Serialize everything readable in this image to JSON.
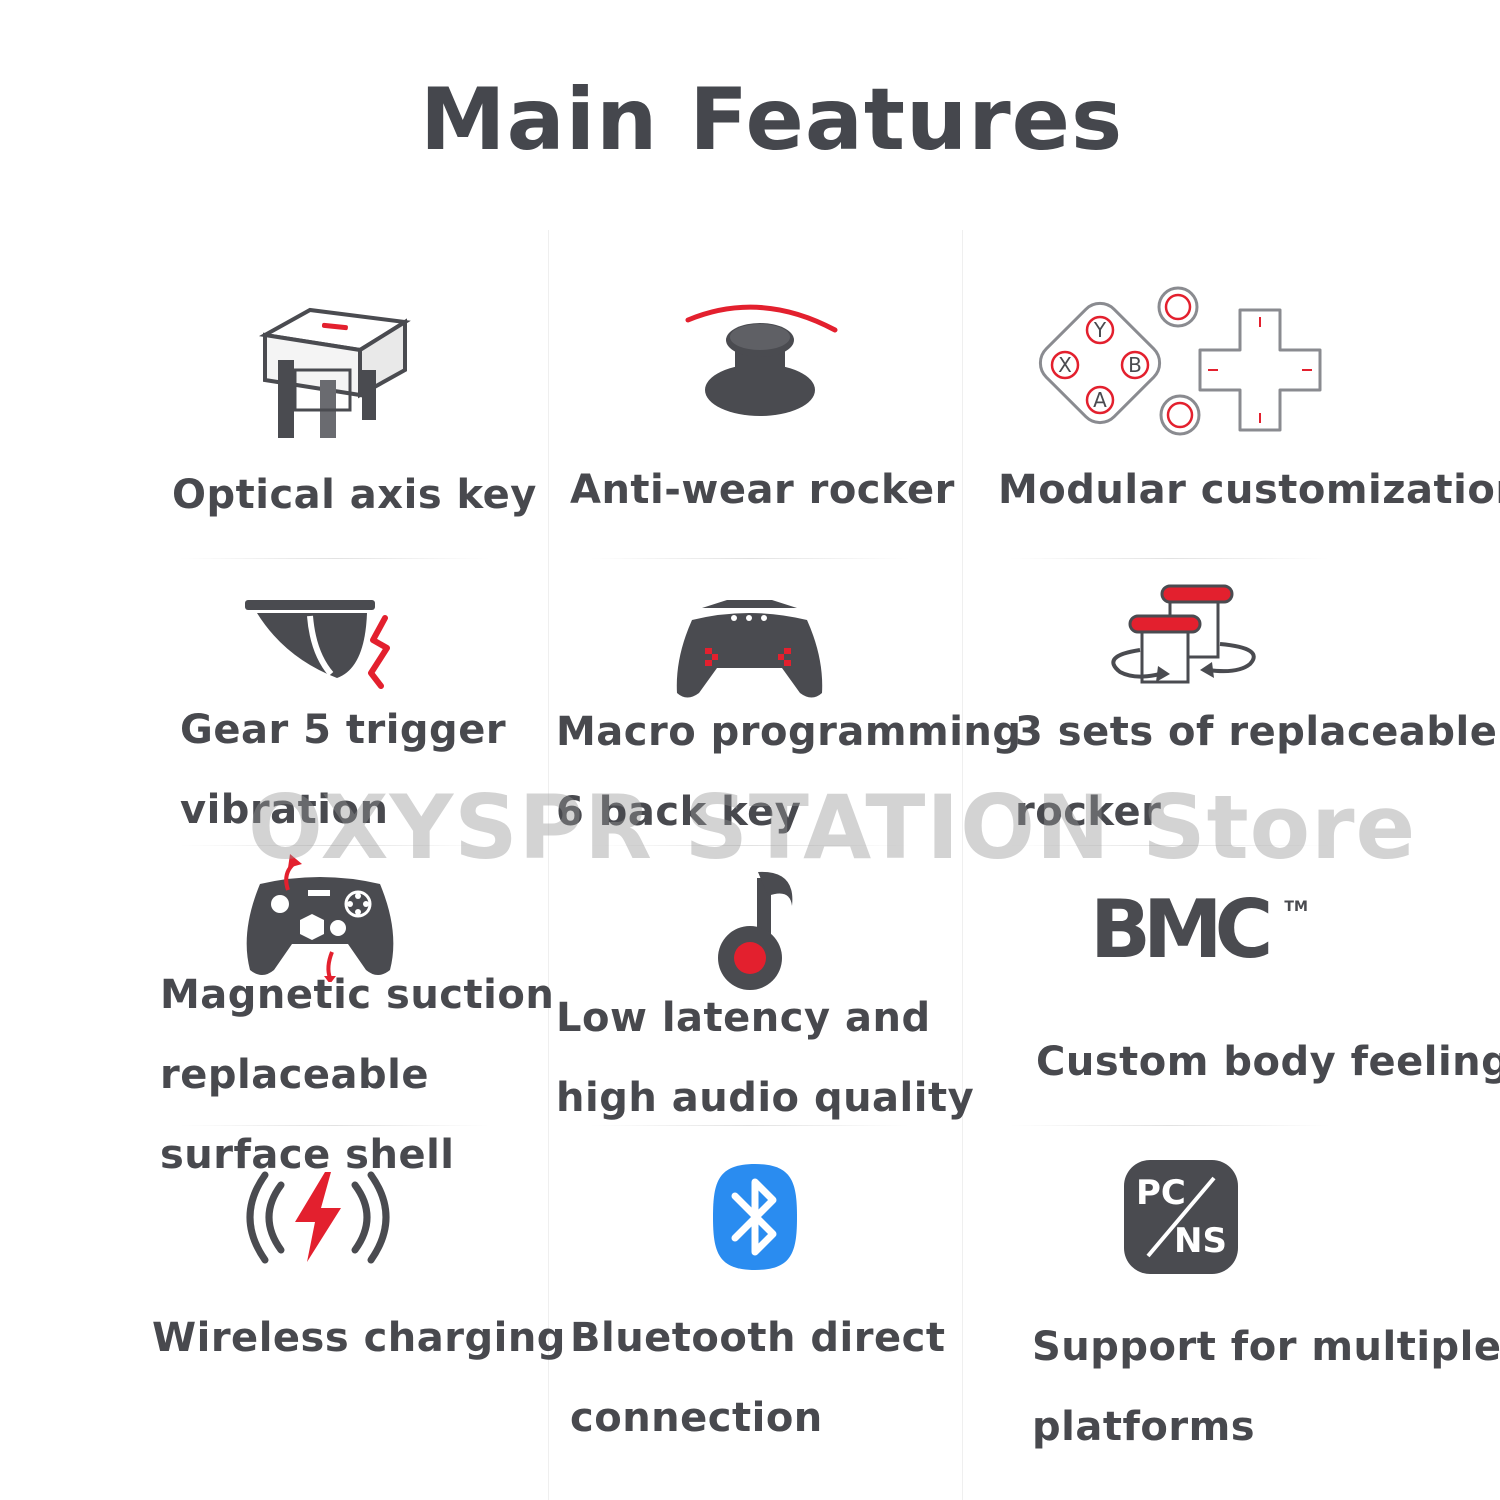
{
  "title": "Main Features",
  "watermark": "OXYSPR STATION Store",
  "colors": {
    "text": "#48494e",
    "icon_dark": "#4a4b50",
    "accent_red": "#e3202e",
    "bluetooth_blue": "#2a8cf0"
  },
  "features": [
    {
      "id": "optical",
      "icon": "optical-switch-icon",
      "lines": [
        "Optical axis key"
      ]
    },
    {
      "id": "rocker",
      "icon": "joystick-icon",
      "lines": [
        "Anti-wear rocker"
      ]
    },
    {
      "id": "modular",
      "icon": "gamepad-buttons-icon",
      "lines": [
        "Modular customization"
      ],
      "icon_text": {
        "y": "Y",
        "x": "X",
        "b": "B",
        "a": "A"
      }
    },
    {
      "id": "trigger",
      "icon": "trigger-vibration-icon",
      "lines": [
        "Gear 5 trigger",
        "vibration"
      ]
    },
    {
      "id": "macro",
      "icon": "controller-back-icon",
      "lines": [
        "Macro programming",
        "6 back key"
      ]
    },
    {
      "id": "replace",
      "icon": "replaceable-rocker-icon",
      "lines": [
        "3 sets of replaceable",
        "rocker"
      ]
    },
    {
      "id": "magnetic",
      "icon": "magnetic-controller-icon",
      "lines": [
        "Magnetic suction",
        "replaceable",
        "surface shell"
      ]
    },
    {
      "id": "audio",
      "icon": "music-note-icon",
      "lines": [
        "Low latency and",
        "high audio quality"
      ]
    },
    {
      "id": "bmc",
      "icon": "bmc-logo-icon",
      "lines": [
        "Custom body feeling"
      ],
      "logo_text": "BMC",
      "logo_mark": "TM"
    },
    {
      "id": "charging",
      "icon": "wireless-charging-icon",
      "lines": [
        "Wireless charging"
      ]
    },
    {
      "id": "bluetooth",
      "icon": "bluetooth-icon",
      "lines": [
        "Bluetooth direct",
        "connection"
      ]
    },
    {
      "id": "platform",
      "icon": "pc-ns-icon",
      "lines": [
        "Support for multiple",
        "platforms"
      ],
      "icon_text": {
        "pc": "PC",
        "ns": "NS"
      }
    }
  ]
}
